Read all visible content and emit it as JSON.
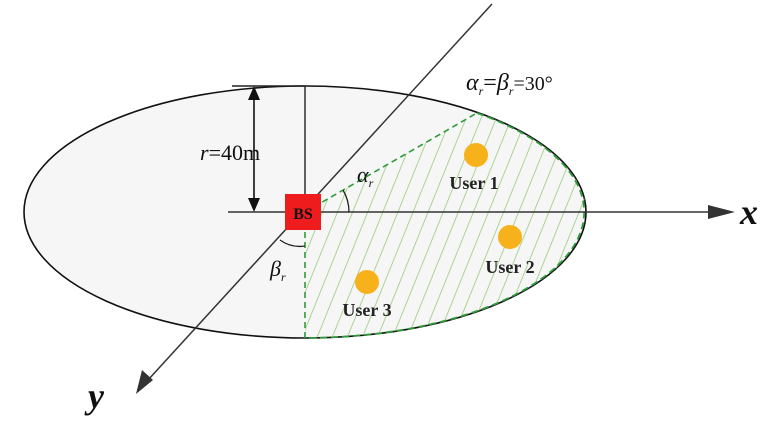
{
  "diagram": {
    "formula_alpha_symbol": "α",
    "formula_sub_r": "r",
    "formula_equals": "=",
    "formula_beta_symbol": "β",
    "formula_value": "=30°",
    "radius_label_r": "r",
    "radius_label_value": "=40m",
    "alpha_label": "α",
    "alpha_sub": "r",
    "beta_label": "β",
    "beta_sub": "r",
    "bs_label": "BS",
    "x_axis_label": "x",
    "y_axis_label": "y",
    "users": [
      {
        "label": "User 1"
      },
      {
        "label": "User 2"
      },
      {
        "label": "User 3"
      }
    ],
    "colors": {
      "bs_fill": "#ee1c1c",
      "user_fill": "#f7b21b",
      "hatch": "#8cc56a",
      "sector_border": "#2e9b3a",
      "ellipse_fill": "#f6f6f6",
      "line": "#333333"
    }
  }
}
